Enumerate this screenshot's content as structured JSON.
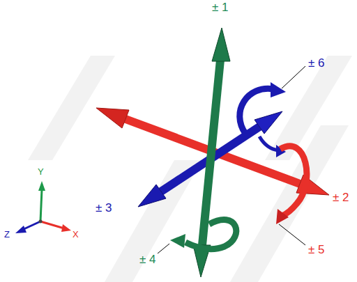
{
  "diagram": {
    "labels": [
      "± 1",
      "± 6",
      "± 3",
      "± 2",
      "± 4",
      "± 5",
      "Y",
      "Z",
      "X"
    ]
  }
}
